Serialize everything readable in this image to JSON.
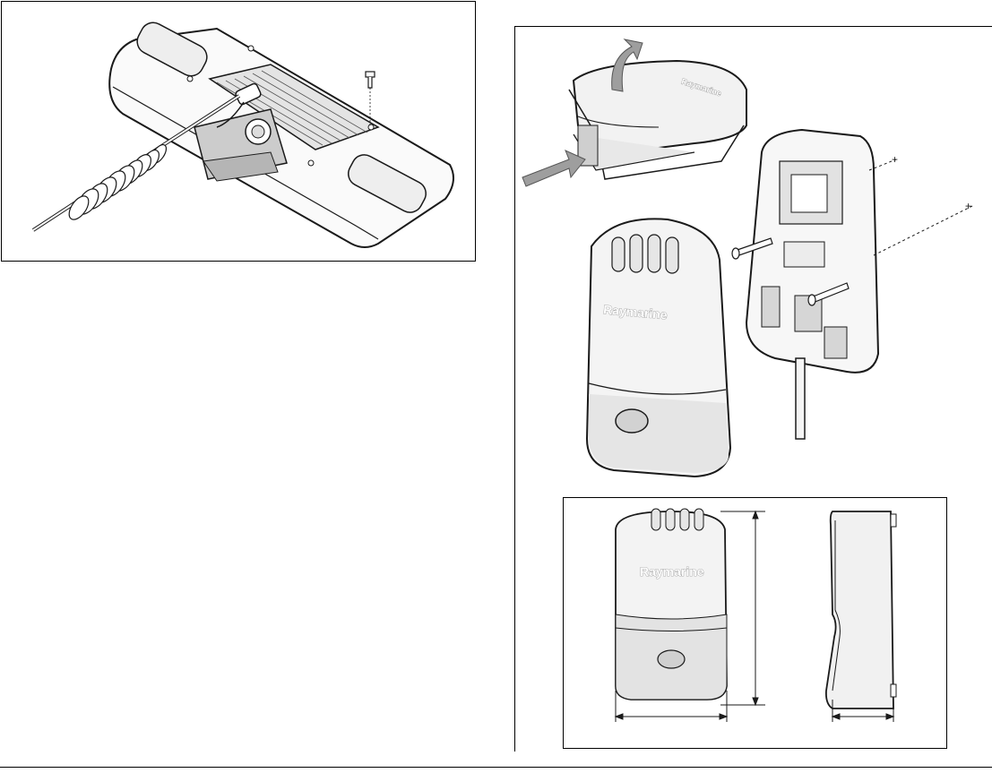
{
  "figure": {
    "brand_front": "Raymarine",
    "brand_dims": "Raymarine",
    "brand_lid": "Raymarine"
  },
  "colors": {
    "line": "#1a1a1a",
    "shade": "#c8c8c8",
    "arrow": "#9e9e9e",
    "light": "#efefef"
  },
  "icons": [
    "screw-icon",
    "rotate-arrow-icon",
    "push-arrow-icon"
  ]
}
